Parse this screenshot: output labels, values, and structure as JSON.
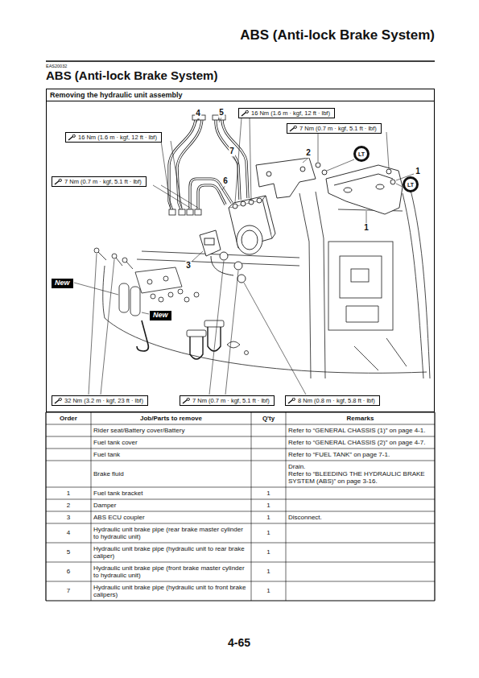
{
  "diagram": {
    "title": "ABS (Anti-lock Brake System)",
    "nodes": [
      {
        "text": [
          "Removing the hydraulic unit assembly"
        ]
      },
      {
        "text": [
          "16 Nm (1.6 m · kgf, 12 ft · lbf)"
        ],
        "in": 0
      },
      {
        "text": [
          "7 Nm (0.7 m · kgf, 5.1 ft · lbf)"
        ],
        "in": 0
      },
      {
        "text": [
          "16 Nm (1.6 m · kgf, 12 ft · lbf)"
        ],
        "in": 0
      },
      {
        "text": [
          "7 Nm (0.7 m · kgf, 5.1 ft · lbf)"
        ],
        "in": 0
      },
      {
        "text": [
          "New"
        ],
        "in": 0
      },
      {
        "text": [
          "New"
        ],
        "in": 0
      },
      {
        "text": [
          "LT"
        ],
        "in": 0
      },
      {
        "text": [
          "LT"
        ],
        "in": 0
      },
      {
        "text": [
          "32 Nm (3.2 m · kgf, 23 ft · lbf)"
        ],
        "in": 0
      },
      {
        "text": [
          "7 Nm (0.7 m · kgf, 5.1 ft · lbf)"
        ],
        "in": 0
      },
      {
        "text": [
          "8 Nm (0.8 m · kgf, 5.8 ft · lbf)"
        ],
        "in": 0
      }
    ],
    "labels": [
      "ABS (Anti-lock Brake System)",
      "EAS20032",
      "4",
      "5",
      "7",
      "2",
      "1",
      "6",
      "1",
      "3",
      "Order",
      "Job/Parts to remove",
      "Q'ty",
      "Remarks",
      "Rider seat/Battery cover/Battery",
      "Refer to “GENERAL CHASSIS (1)” on page 4-1.",
      "Fuel tank cover",
      "Refer to “GENERAL CHASSIS (2)” on page 4-7.",
      "Fuel tank",
      "Refer to “FUEL TANK” on page 7-1.",
      "Brake fluid",
      "Drain.",
      "Refer to “BLEEDING THE HYDRAULIC BRAKE SYSTEM (ABS)” on page 3-16.",
      "1",
      "Fuel tank bracket",
      "1",
      "2",
      "Damper",
      "1",
      "3",
      "ABS ECU coupler",
      "1",
      "Disconnect.",
      "4",
      "Hydraulic unit brake pipe (rear brake master cylinder to hydraulic unit)",
      "1",
      "5",
      "Hydraulic unit brake pipe (hydraulic unit to rear brake caliper)",
      "1",
      "6",
      "Hydraulic unit brake pipe (front brake master cylinder to hydraulic unit)",
      "1",
      "7",
      "Hydraulic unit brake pipe (hydraulic unit to front brake calipers)",
      "1",
      "4-65"
    ]
  }
}
